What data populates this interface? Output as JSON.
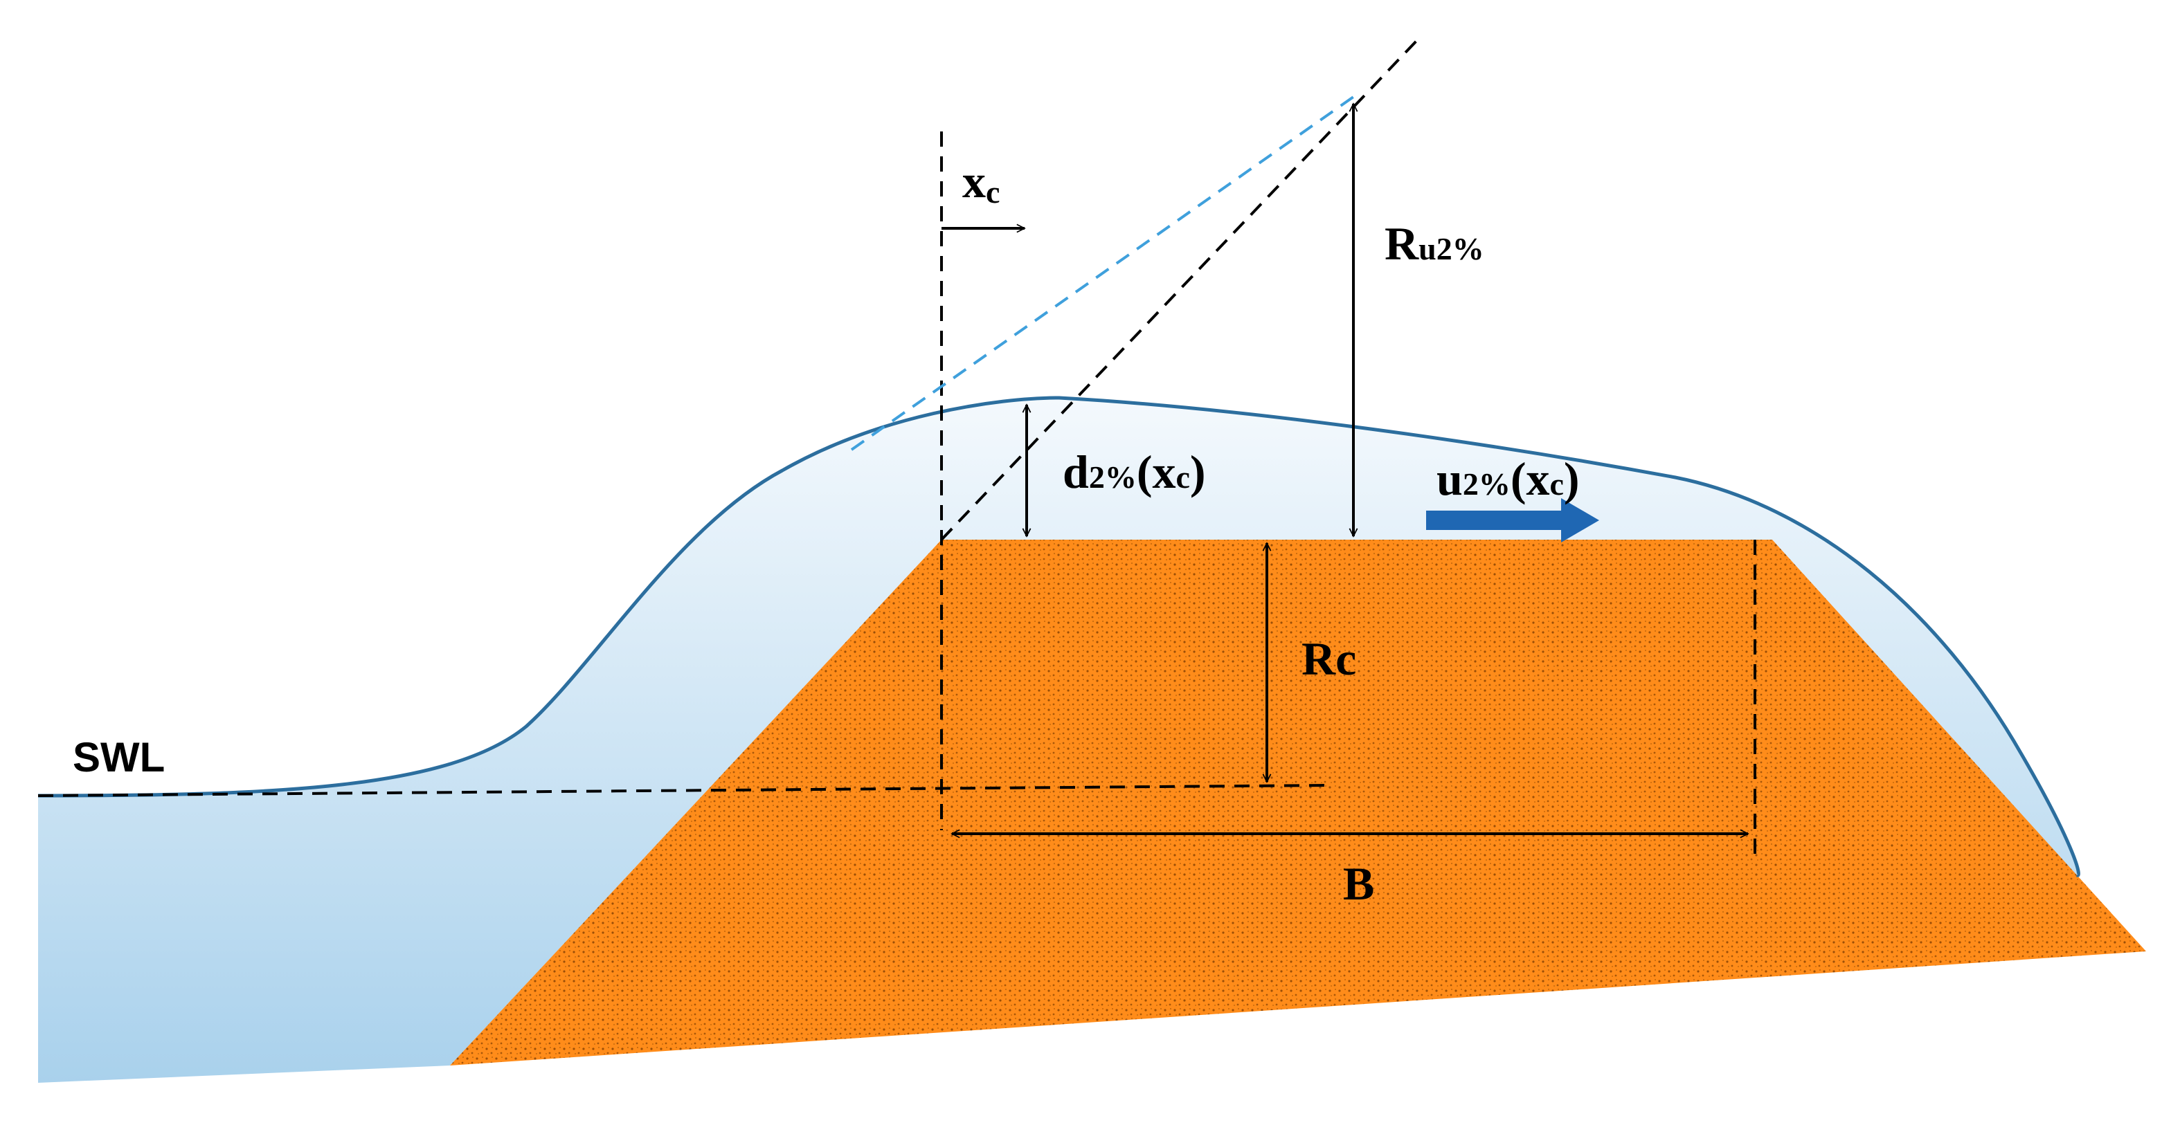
{
  "labels": {
    "swl": "SWL",
    "xc_main": "x",
    "xc_sub": "c",
    "ru_main": "R",
    "ru_sub": "u2%",
    "d_main": "d",
    "d_sub": "2%",
    "d_arg": "(x",
    "d_arg_sub": "c",
    "d_close": ")",
    "u_main": "u",
    "u_sub": "2%",
    "u_arg": "(x",
    "u_arg_sub": "c",
    "u_close": ")",
    "rc_main": "R",
    "rc_sub": "c",
    "b": "B"
  },
  "colors": {
    "structure": "#FF8C1A",
    "structure_texture": "#7A3A00",
    "water_light": "#E8F3FB",
    "water_deep": "#A9D1EC",
    "wave_outline": "#2C6E9E",
    "extension_dashed": "#3FA0DC",
    "flow_arrow": "#1F67B3",
    "annotation": "#000000"
  }
}
